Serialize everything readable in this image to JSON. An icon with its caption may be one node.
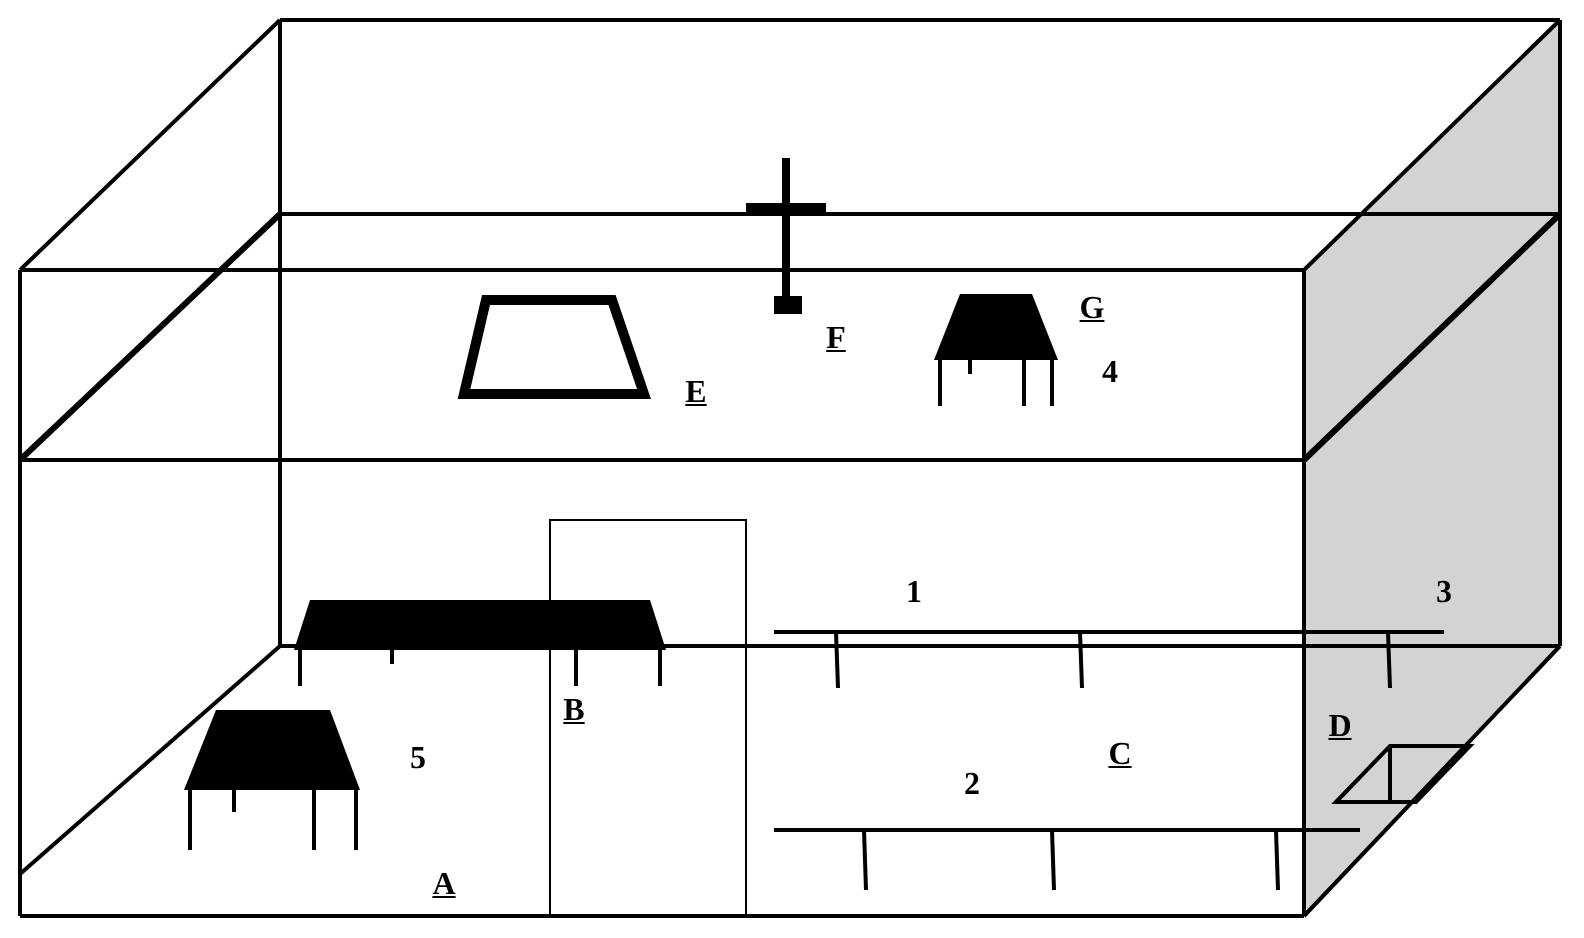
{
  "diagram": {
    "labels": [
      "G",
      "F",
      "4",
      "E",
      "1",
      "3",
      "B",
      "D",
      "5",
      "C",
      "2",
      "A"
    ]
  }
}
